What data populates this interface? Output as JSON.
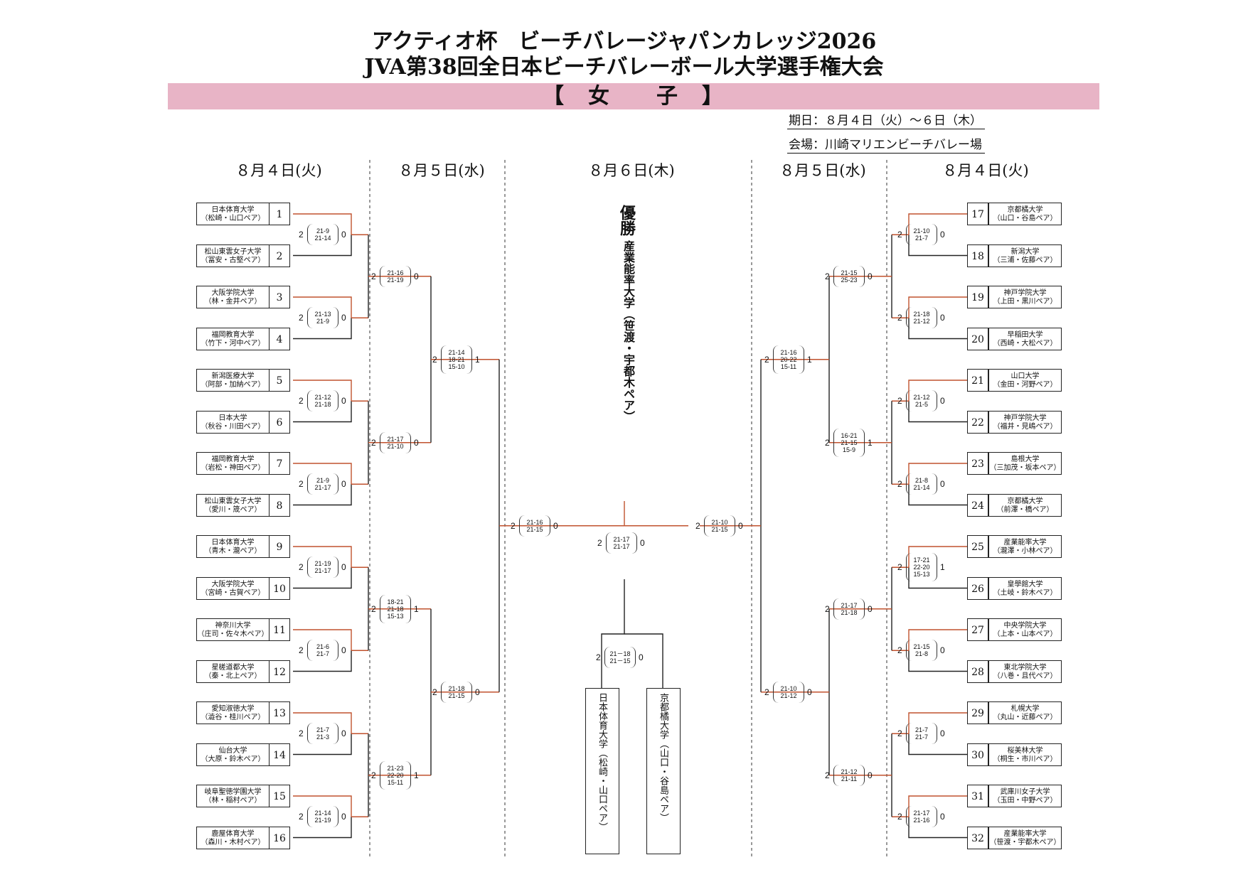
{
  "title_line1": "アクティオ杯　ビーチバレージャパンカレッジ2026",
  "title_line2": "JVA第38回全日本ビーチバレーボール大学選手権大会",
  "division": "【　女　　子　】",
  "date_info": "期日：８月４日（火）～６日（木）",
  "venue_info": "会場：川崎マリエンビーチバレー場",
  "day_headers": [
    "８月４日(火)",
    "８月５日(水)",
    "８月６日(木)",
    "８月５日(水)",
    "８月４日(火)"
  ],
  "champion_label": "優勝",
  "champion_name": "産業能率大学（笹渡・宇都木ペア）",
  "teams": [
    {
      "seed": "1",
      "uni": "日本体育大学",
      "pair": "（松崎・山口ペア）"
    },
    {
      "seed": "2",
      "uni": "松山東雲女子大学",
      "pair": "（冨安・古堅ペア）"
    },
    {
      "seed": "3",
      "uni": "大阪学院大学",
      "pair": "（林・金井ペア）"
    },
    {
      "seed": "4",
      "uni": "福岡教育大学",
      "pair": "（竹下・河中ペア）"
    },
    {
      "seed": "5",
      "uni": "新潟医療大学",
      "pair": "（阿部・加納ペア）"
    },
    {
      "seed": "6",
      "uni": "日本大学",
      "pair": "（秋谷・川田ペア）"
    },
    {
      "seed": "7",
      "uni": "福岡教育大学",
      "pair": "（岩松・神田ペア）"
    },
    {
      "seed": "8",
      "uni": "松山東雲女子大学",
      "pair": "（愛川・筬ペア）"
    },
    {
      "seed": "9",
      "uni": "日本体育大学",
      "pair": "（青木・瀧ペア）"
    },
    {
      "seed": "10",
      "uni": "大阪学院大学",
      "pair": "（宮崎・古賀ペア）"
    },
    {
      "seed": "11",
      "uni": "神奈川大学",
      "pair": "（庄司・佐々木ペア）"
    },
    {
      "seed": "12",
      "uni": "星槎道都大学",
      "pair": "（秦・北上ペア）"
    },
    {
      "seed": "13",
      "uni": "愛知淑徳大学",
      "pair": "（澁谷・桂川ペア）"
    },
    {
      "seed": "14",
      "uni": "仙台大学",
      "pair": "（大原・鈴木ペア）"
    },
    {
      "seed": "15",
      "uni": "岐阜聖徳学園大学",
      "pair": "（林・稲村ペア）"
    },
    {
      "seed": "16",
      "uni": "鹿屋体育大学",
      "pair": "（森川・木村ペア）"
    },
    {
      "seed": "17",
      "uni": "京都橘大学",
      "pair": "（山口・谷島ペア）"
    },
    {
      "seed": "18",
      "uni": "新潟大学",
      "pair": "（三浦・佐藤ペア）"
    },
    {
      "seed": "19",
      "uni": "神戸学院大学",
      "pair": "（上田・黒川ペア）"
    },
    {
      "seed": "20",
      "uni": "早稲田大学",
      "pair": "（西崎・大松ペア）"
    },
    {
      "seed": "21",
      "uni": "山口大学",
      "pair": "（金田・河野ペア）"
    },
    {
      "seed": "22",
      "uni": "神戸学院大学",
      "pair": "（福井・見嶋ペア）"
    },
    {
      "seed": "23",
      "uni": "島根大学",
      "pair": "（三加茂・坂本ペア）"
    },
    {
      "seed": "24",
      "uni": "京都橘大学",
      "pair": "（前澤・橋ペア）"
    },
    {
      "seed": "25",
      "uni": "産業能率大学",
      "pair": "（瀧澤・小林ペア）"
    },
    {
      "seed": "26",
      "uni": "皇學館大学",
      "pair": "（土岐・鈴木ペア）"
    },
    {
      "seed": "27",
      "uni": "中央学院大学",
      "pair": "（上本・山本ペア）"
    },
    {
      "seed": "28",
      "uni": "東北学院大学",
      "pair": "（八巻・且代ペア）"
    },
    {
      "seed": "29",
      "uni": "札幌大学",
      "pair": "（丸山・近藤ペア）"
    },
    {
      "seed": "30",
      "uni": "桜美林大学",
      "pair": "（桐生・市川ペア）"
    },
    {
      "seed": "31",
      "uni": "武庫川女子大学",
      "pair": "（玉田・中野ペア）"
    },
    {
      "seed": "32",
      "uni": "産業能率大学",
      "pair": "（笹渡・宇都木ペア）"
    }
  ],
  "scores_left_r1": [
    {
      "w": "2",
      "sets": [
        "21-9",
        "21-14"
      ],
      "l": "0"
    },
    {
      "w": "2",
      "sets": [
        "21-13",
        "21-9"
      ],
      "l": "0"
    },
    {
      "w": "2",
      "sets": [
        "21-12",
        "21-18"
      ],
      "l": "0"
    },
    {
      "w": "2",
      "sets": [
        "21-9",
        "21-17"
      ],
      "l": "0"
    },
    {
      "w": "2",
      "sets": [
        "21-19",
        "21-17"
      ],
      "l": "0"
    },
    {
      "w": "2",
      "sets": [
        "21-6",
        "21-7"
      ],
      "l": "0"
    },
    {
      "w": "2",
      "sets": [
        "21-7",
        "21-3"
      ],
      "l": "0"
    },
    {
      "w": "2",
      "sets": [
        "21-14",
        "21-19"
      ],
      "l": "0"
    }
  ],
  "scores_left_r2": [
    {
      "w": "2",
      "sets": [
        "21-16",
        "21-19"
      ],
      "l": "0"
    },
    {
      "w": "2",
      "sets": [
        "21-17",
        "21-10"
      ],
      "l": "0"
    },
    {
      "w": "2",
      "sets": [
        "18-21",
        "21-18",
        "15-13"
      ],
      "l": "1"
    },
    {
      "w": "2",
      "sets": [
        "21-23",
        "22-20",
        "15-11"
      ],
      "l": "1"
    }
  ],
  "scores_left_r3": [
    {
      "w": "2",
      "sets": [
        "21-14",
        "18-21",
        "15-10"
      ],
      "l": "1"
    },
    {
      "w": "2",
      "sets": [
        "21-18",
        "21-15"
      ],
      "l": "0"
    }
  ],
  "scores_left_r4": [
    {
      "w": "2",
      "sets": [
        "21-16",
        "21-15"
      ],
      "l": "0"
    }
  ],
  "scores_right_r1": [
    {
      "w": "2",
      "sets": [
        "21-10",
        "21-7"
      ],
      "l": "0"
    },
    {
      "w": "2",
      "sets": [
        "21-18",
        "21-12"
      ],
      "l": "0"
    },
    {
      "w": "2",
      "sets": [
        "21-12",
        "21-5"
      ],
      "l": "0"
    },
    {
      "w": "2",
      "sets": [
        "21-8",
        "21-14"
      ],
      "l": "0"
    },
    {
      "w": "2",
      "sets": [
        "17-21",
        "22-20",
        "15-13"
      ],
      "l": "1"
    },
    {
      "w": "2",
      "sets": [
        "21-15",
        "21-8"
      ],
      "l": "0"
    },
    {
      "w": "2",
      "sets": [
        "21-7",
        "21-7"
      ],
      "l": "0"
    },
    {
      "w": "2",
      "sets": [
        "21-17",
        "21-16"
      ],
      "l": "0"
    }
  ],
  "scores_right_r2": [
    {
      "w": "2",
      "sets": [
        "21-15",
        "25-23"
      ],
      "l": "0"
    },
    {
      "w": "2",
      "sets": [
        "16-21",
        "21-15",
        "15-9"
      ],
      "l": "1"
    },
    {
      "w": "2",
      "sets": [
        "21-17",
        "21-18"
      ],
      "l": "0"
    },
    {
      "w": "2",
      "sets": [
        "21-12",
        "21-11"
      ],
      "l": "0"
    }
  ],
  "scores_right_r3": [
    {
      "w": "2",
      "sets": [
        "21-16",
        "20-22",
        "15-11"
      ],
      "l": "1"
    },
    {
      "w": "2",
      "sets": [
        "21-10",
        "21-12"
      ],
      "l": "0"
    }
  ],
  "scores_right_r4": [
    {
      "w": "2",
      "sets": [
        "21-10",
        "21-15"
      ],
      "l": "0"
    }
  ],
  "score_final": {
    "w": "2",
    "sets": [
      "21-17",
      "21-17"
    ],
    "l": "0"
  },
  "score_third": {
    "w": "2",
    "sets": [
      "21－18",
      "21－15"
    ],
    "l": "0"
  },
  "third_place_left": "日本体育大学（松崎・山口ペア）",
  "third_place_right": "京都橘大学（山口・谷島ペア）",
  "colors": {
    "band": "#e8b4c6",
    "line_won": "#c0522e",
    "line": "#222222"
  }
}
